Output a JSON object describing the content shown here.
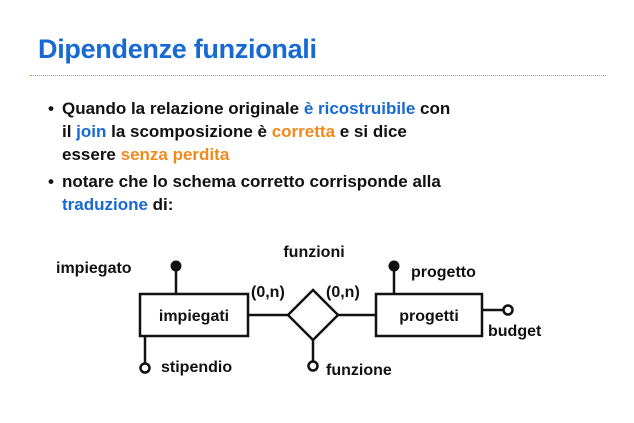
{
  "title": "Dipendenze funzionali",
  "colors": {
    "title": "#1769d3",
    "accent_blue": "#1769d3",
    "accent_orange": "#f08a1c",
    "rule": "#e08a1e"
  },
  "bullets": [
    {
      "bullet_char": "•",
      "line1": {
        "t1": "Quando la relazione originale ",
        "h1": "è ricostruibile",
        "t2": " con"
      },
      "line2": {
        "t1": "il ",
        "h1": "join",
        "t2": " la scomposizione è ",
        "h2": "corretta",
        "t3": " e si dice"
      },
      "line3": {
        "t1": "essere ",
        "h1": "senza perdita"
      }
    },
    {
      "bullet_char": "•",
      "line1": {
        "t1": "notare che lo schema corretto corrisponde alla"
      },
      "line2": {
        "h1": "traduzione",
        "t1": " di:"
      }
    }
  ],
  "diagram": {
    "entities": [
      {
        "name": "impiegati",
        "attributes": [
          {
            "name": "impiegato",
            "identifier": true
          },
          {
            "name": "stipendio",
            "identifier": false
          }
        ]
      },
      {
        "name": "progetti",
        "attributes": [
          {
            "name": "progetto",
            "identifier": true
          },
          {
            "name": "budget",
            "identifier": false
          }
        ]
      }
    ],
    "relationship": {
      "name": "funzioni",
      "attributes": [
        {
          "name": "funzione",
          "identifier": false
        }
      ]
    },
    "cardinalities": {
      "left": "(0,n)",
      "right": "(0,n)"
    }
  }
}
